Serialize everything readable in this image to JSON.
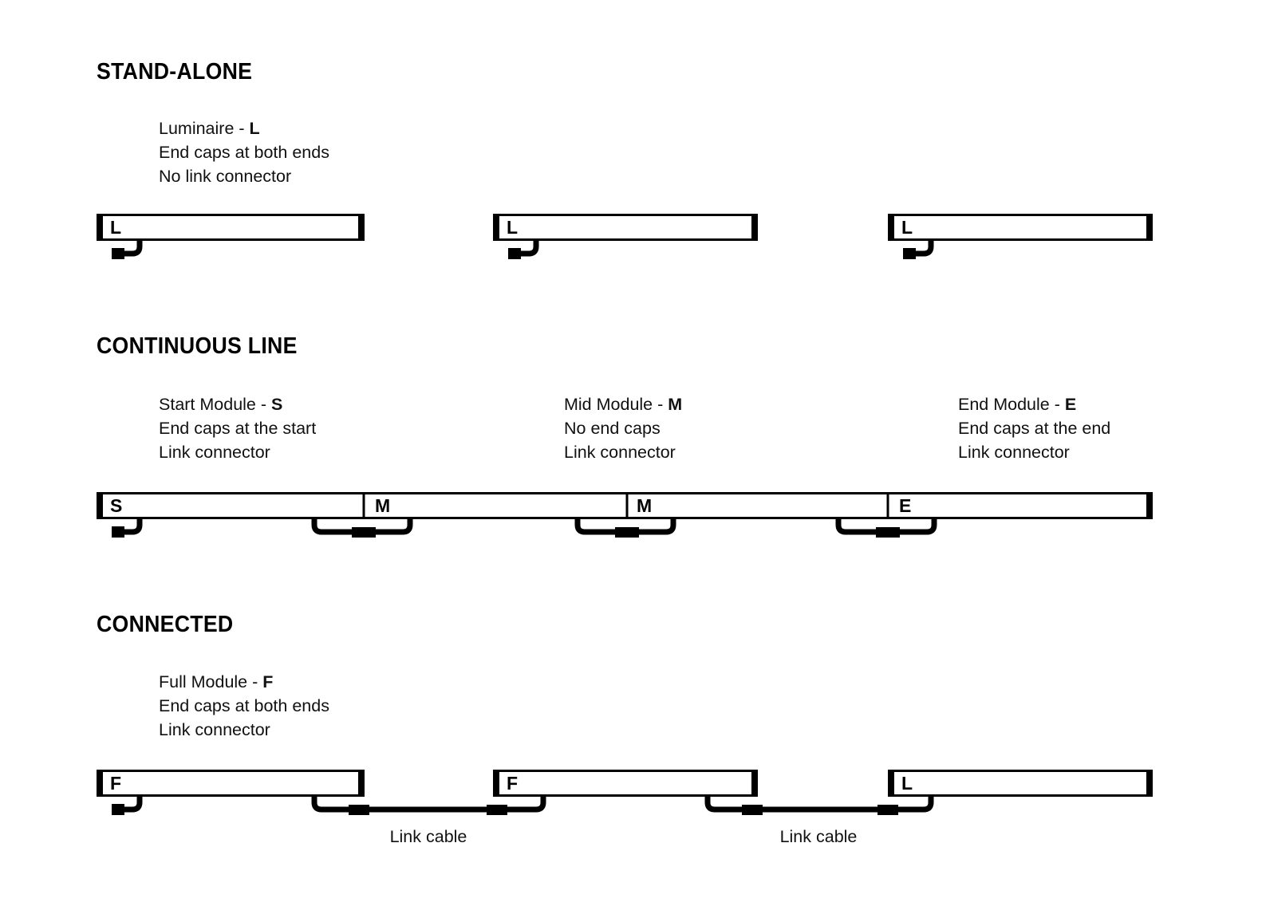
{
  "sections": [
    {
      "id": "stand-alone",
      "heading": "STAND-ALONE",
      "descriptions": [
        {
          "title_prefix": "Luminaire - ",
          "title_code": "L",
          "line2": "End caps at both ends",
          "line3": "No link connector"
        }
      ],
      "bars": [
        {
          "label": "L",
          "endcap_left": true,
          "endcap_right": true,
          "power_cable": true
        },
        {
          "label": "L",
          "endcap_left": true,
          "endcap_right": true,
          "power_cable": true
        },
        {
          "label": "L",
          "endcap_left": true,
          "endcap_right": true,
          "power_cable": true
        }
      ]
    },
    {
      "id": "continuous-line",
      "heading": "CONTINUOUS LINE",
      "descriptions": [
        {
          "title_prefix": "Start Module - ",
          "title_code": "S",
          "line2": "End caps at the start",
          "line3": "Link connector"
        },
        {
          "title_prefix": "Mid Module - ",
          "title_code": "M",
          "line2": "No end caps",
          "line3": "Link connector"
        },
        {
          "title_prefix": "End Module - ",
          "title_code": "E",
          "line2": "End caps at the end",
          "line3": "Link connector"
        }
      ],
      "modules": [
        {
          "label": "S",
          "endcap_left": true,
          "endcap_right": false,
          "power_cable": true
        },
        {
          "label": "M",
          "endcap_left": false,
          "endcap_right": false,
          "link_connector": true
        },
        {
          "label": "M",
          "endcap_left": false,
          "endcap_right": false,
          "link_connector": true
        },
        {
          "label": "E",
          "endcap_left": false,
          "endcap_right": true,
          "link_connector": true
        }
      ]
    },
    {
      "id": "connected",
      "heading": "CONNECTED",
      "descriptions": [
        {
          "title_prefix": "Full Module - ",
          "title_code": "F",
          "line2": "End caps at both ends",
          "line3": "Link connector"
        }
      ],
      "bars": [
        {
          "label": "F",
          "endcap_left": true,
          "endcap_right": true,
          "power_cable": true
        },
        {
          "label": "F",
          "endcap_left": true,
          "endcap_right": true,
          "power_cable": false
        },
        {
          "label": "L",
          "endcap_left": true,
          "endcap_right": true,
          "power_cable": false
        }
      ],
      "cable_captions": [
        "Link cable",
        "Link cable"
      ]
    }
  ],
  "colors": {
    "ink": "#000000",
    "background": "#ffffff"
  }
}
